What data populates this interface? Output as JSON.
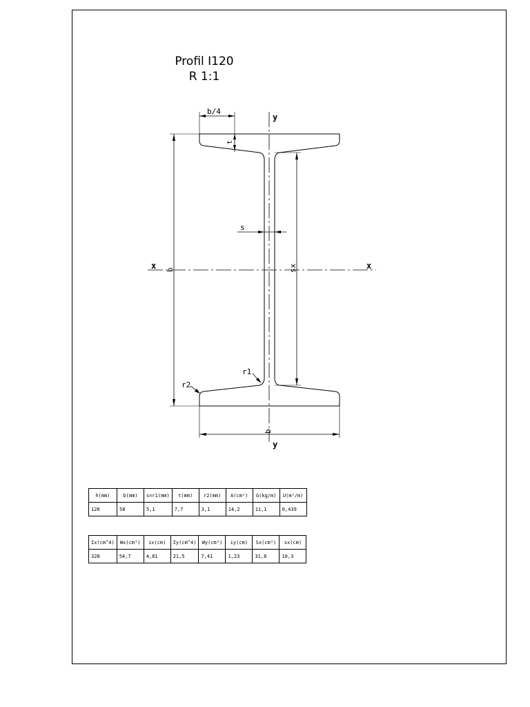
{
  "drawing": {
    "title": "Profil I120",
    "scale": "R 1:1"
  },
  "labels": {
    "y_top": "y",
    "y_bottom": "y",
    "x_left": "x",
    "x_right": "x",
    "b4": "b/4",
    "t": "t",
    "s": "s",
    "h": "h",
    "sx": "sx",
    "r1": "r1",
    "r2": "r2",
    "b": "b"
  },
  "table1": {
    "headers": [
      "h(mm)",
      "b(mm)",
      "s=r1(mm)",
      "t(mm)",
      "r2(mm)",
      "A(cm²)",
      "G(kg/m)",
      "U(m²/m)"
    ],
    "rows": [
      [
        "120",
        "58",
        "5,1",
        "7,7",
        "3,1",
        "14,2",
        "11,1",
        "0,439"
      ]
    ]
  },
  "table2": {
    "headers": [
      "Ix(cm^4)",
      "Wx(cm³)",
      "ix(cm)",
      "Iy(cm^4)",
      "Wy(cm³)",
      "iy(cm)",
      "Sx(cm³)",
      "sx(cm)"
    ],
    "rows": [
      [
        "328",
        "54,7",
        "4,81",
        "21,5",
        "7,41",
        "1,23",
        "31,8",
        "10,3"
      ]
    ]
  }
}
